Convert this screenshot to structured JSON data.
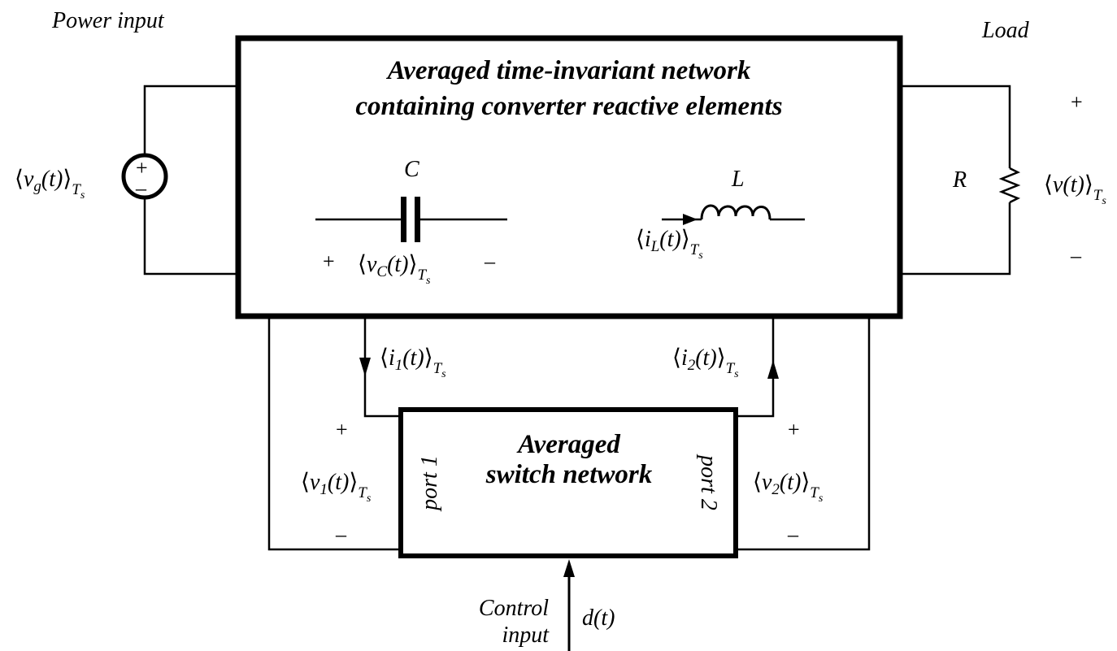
{
  "labels": {
    "power_input": "Power input",
    "load": "Load",
    "big_box_line1": "Averaged time-invariant network",
    "big_box_line2": "containing converter reactive elements",
    "capacitor": "C",
    "inductor": "L",
    "resistor": "R",
    "switch_line1": "Averaged",
    "switch_line2": "switch network",
    "port1": "port 1",
    "port2": "port 2",
    "control_line1": "Control",
    "control_line2": "input",
    "duty": "d(t)"
  },
  "signs": {
    "plus": "+",
    "minus": "–"
  },
  "quantities": {
    "vg": {
      "base": "v",
      "sub": "g"
    },
    "v": {
      "base": "v",
      "sub": ""
    },
    "vC": {
      "base": "v",
      "sub": "C"
    },
    "iL": {
      "base": "i",
      "sub": "L"
    },
    "i1": {
      "base": "i",
      "sub": "1"
    },
    "i2": {
      "base": "i",
      "sub": "2"
    },
    "v1": {
      "base": "v",
      "sub": "1"
    },
    "v2": {
      "base": "v",
      "sub": "2"
    },
    "avg_func": "(t)",
    "period_T": "T",
    "period_s": "s",
    "left_angle": "⟨",
    "right_angle": "⟩"
  }
}
